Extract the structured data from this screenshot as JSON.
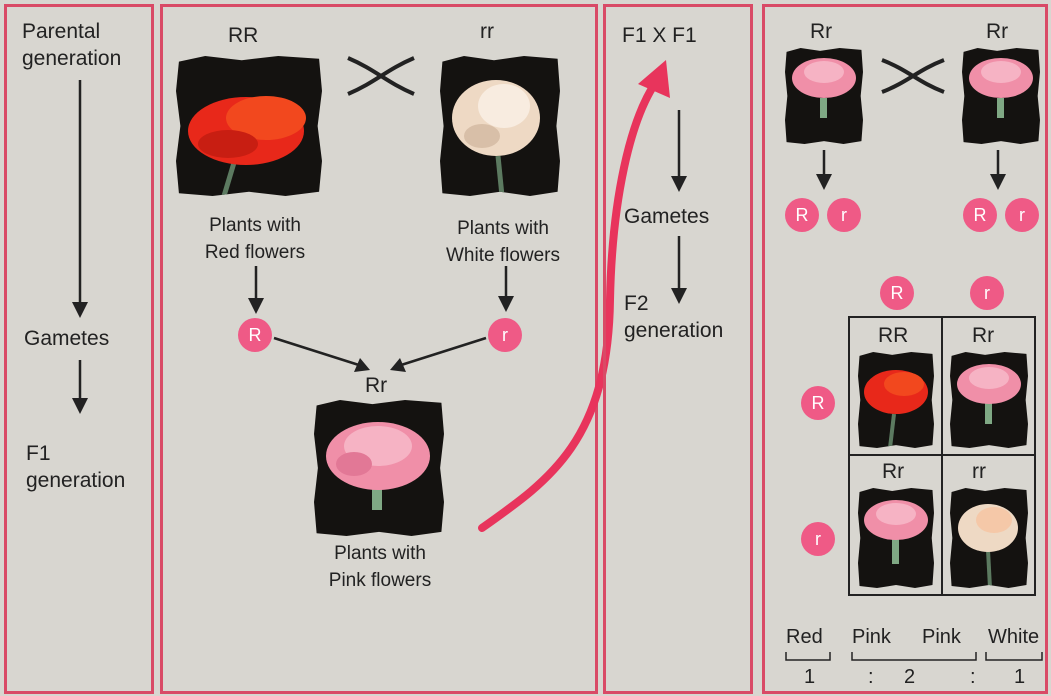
{
  "col1": {
    "parental": [
      "Parental",
      "generation"
    ],
    "gametes": "Gametes",
    "f1": [
      "F1",
      "generation"
    ]
  },
  "col2": {
    "rr_big": "RR",
    "rr_small": "rr",
    "red_caption": [
      "Plants with",
      "Red flowers"
    ],
    "white_caption": [
      "Plants with",
      "White flowers"
    ],
    "gamete_R": "R",
    "gamete_r": "r",
    "hybrid": "Rr",
    "pink_caption": [
      "Plants with",
      "Pink flowers"
    ]
  },
  "col3": {
    "cross": "F1 X F1",
    "gametes": "Gametes",
    "f2": [
      "F2",
      "generation"
    ]
  },
  "col4": {
    "parent_left": "Rr",
    "parent_right": "Rr",
    "gametes": [
      "R",
      "r",
      "R",
      "r"
    ],
    "top_gametes": [
      "R",
      "r"
    ],
    "side_gametes": [
      "R",
      "r"
    ],
    "cells": [
      "RR",
      "Rr",
      "Rr",
      "rr"
    ],
    "phenotypes": [
      "Red",
      "Pink",
      "Pink",
      "White"
    ],
    "ratio": [
      "1",
      ":",
      "2",
      ":",
      "1"
    ]
  },
  "colors": {
    "border": "#d94a66",
    "gamete": "#ef5a86",
    "red_flower": "#e8281a",
    "white_flower": "#eed9c4",
    "pink_flower": "#f08fa8",
    "cross_arrow": "#e8345c"
  }
}
